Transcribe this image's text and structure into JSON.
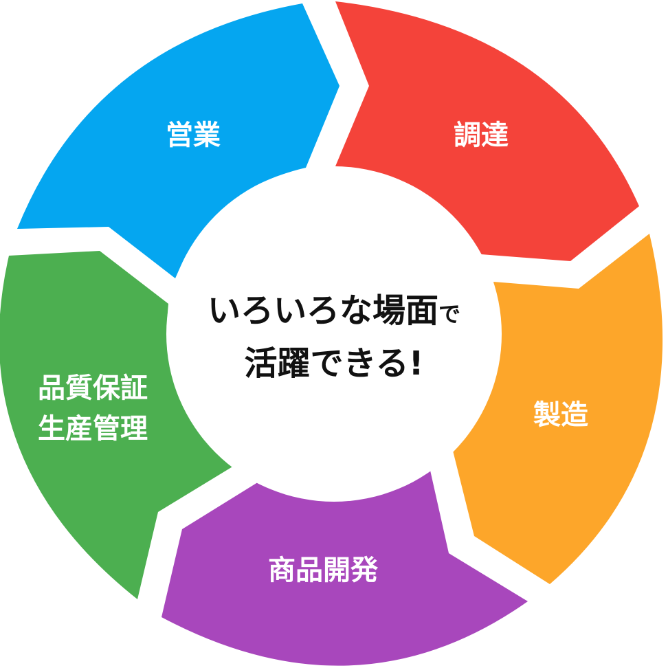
{
  "center": {
    "line1_main": "いろいろな場面",
    "line1_small": "で",
    "line2": "活躍できる!"
  },
  "segments": [
    {
      "id": "sales",
      "label_lines": [
        "営業"
      ],
      "color": "#05A6F0"
    },
    {
      "id": "procurement",
      "label_lines": [
        "調達"
      ],
      "color": "#F4433A"
    },
    {
      "id": "manufacturing",
      "label_lines": [
        "製造"
      ],
      "color": "#FDA62A"
    },
    {
      "id": "product-dev",
      "label_lines": [
        "商品開発"
      ],
      "color": "#A847BC"
    },
    {
      "id": "qa-production",
      "label_lines": [
        "品質保証",
        "生産管理"
      ],
      "color": "#4CAF50"
    }
  ]
}
